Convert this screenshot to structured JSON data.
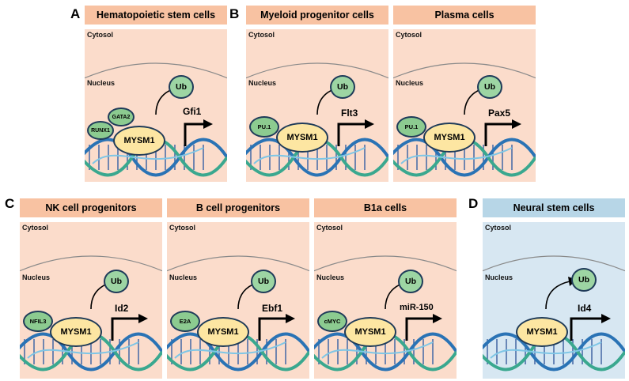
{
  "labels": {
    "cytosol": "Cytosol",
    "nucleus": "Nucleus",
    "ubiquitin": "Ub",
    "mysm1": "MYSM1"
  },
  "panel_letters": {
    "a": "A",
    "b": "B",
    "c": "C",
    "d": "D"
  },
  "panels": {
    "hsc": {
      "title": "Hematopoietic stem cells",
      "gene": "Gfi1",
      "tf1": "RUNX1",
      "tf2": "GATA2"
    },
    "myeloid": {
      "title": "Myeloid progenitor cells",
      "gene": "Flt3",
      "tf1": "PU.1"
    },
    "plasma": {
      "title": "Plasma cells",
      "gene": "Pax5",
      "tf1": "PU.1"
    },
    "nk": {
      "title": "NK cell progenitors",
      "gene": "Id2",
      "tf1": "NFIL3"
    },
    "bprog": {
      "title": "B cell progenitors",
      "gene": "Ebf1",
      "tf1": "E2A"
    },
    "b1a": {
      "title": "B1a cells",
      "gene": "miR-150",
      "tf1": "cMYC"
    },
    "neural": {
      "title": "Neural stem cells",
      "gene": "Id4"
    }
  },
  "colors": {
    "salmon_title": "#f8c2a2",
    "salmon_body": "#fbdccb",
    "blue_title": "#b7d6e7",
    "blue_body": "#d7e7f2",
    "outline": "#1f3b59",
    "ub_fill": "#9dd5a3",
    "tf_fill": "#8ccb90",
    "mysm1_fill": "#fde6a2"
  }
}
